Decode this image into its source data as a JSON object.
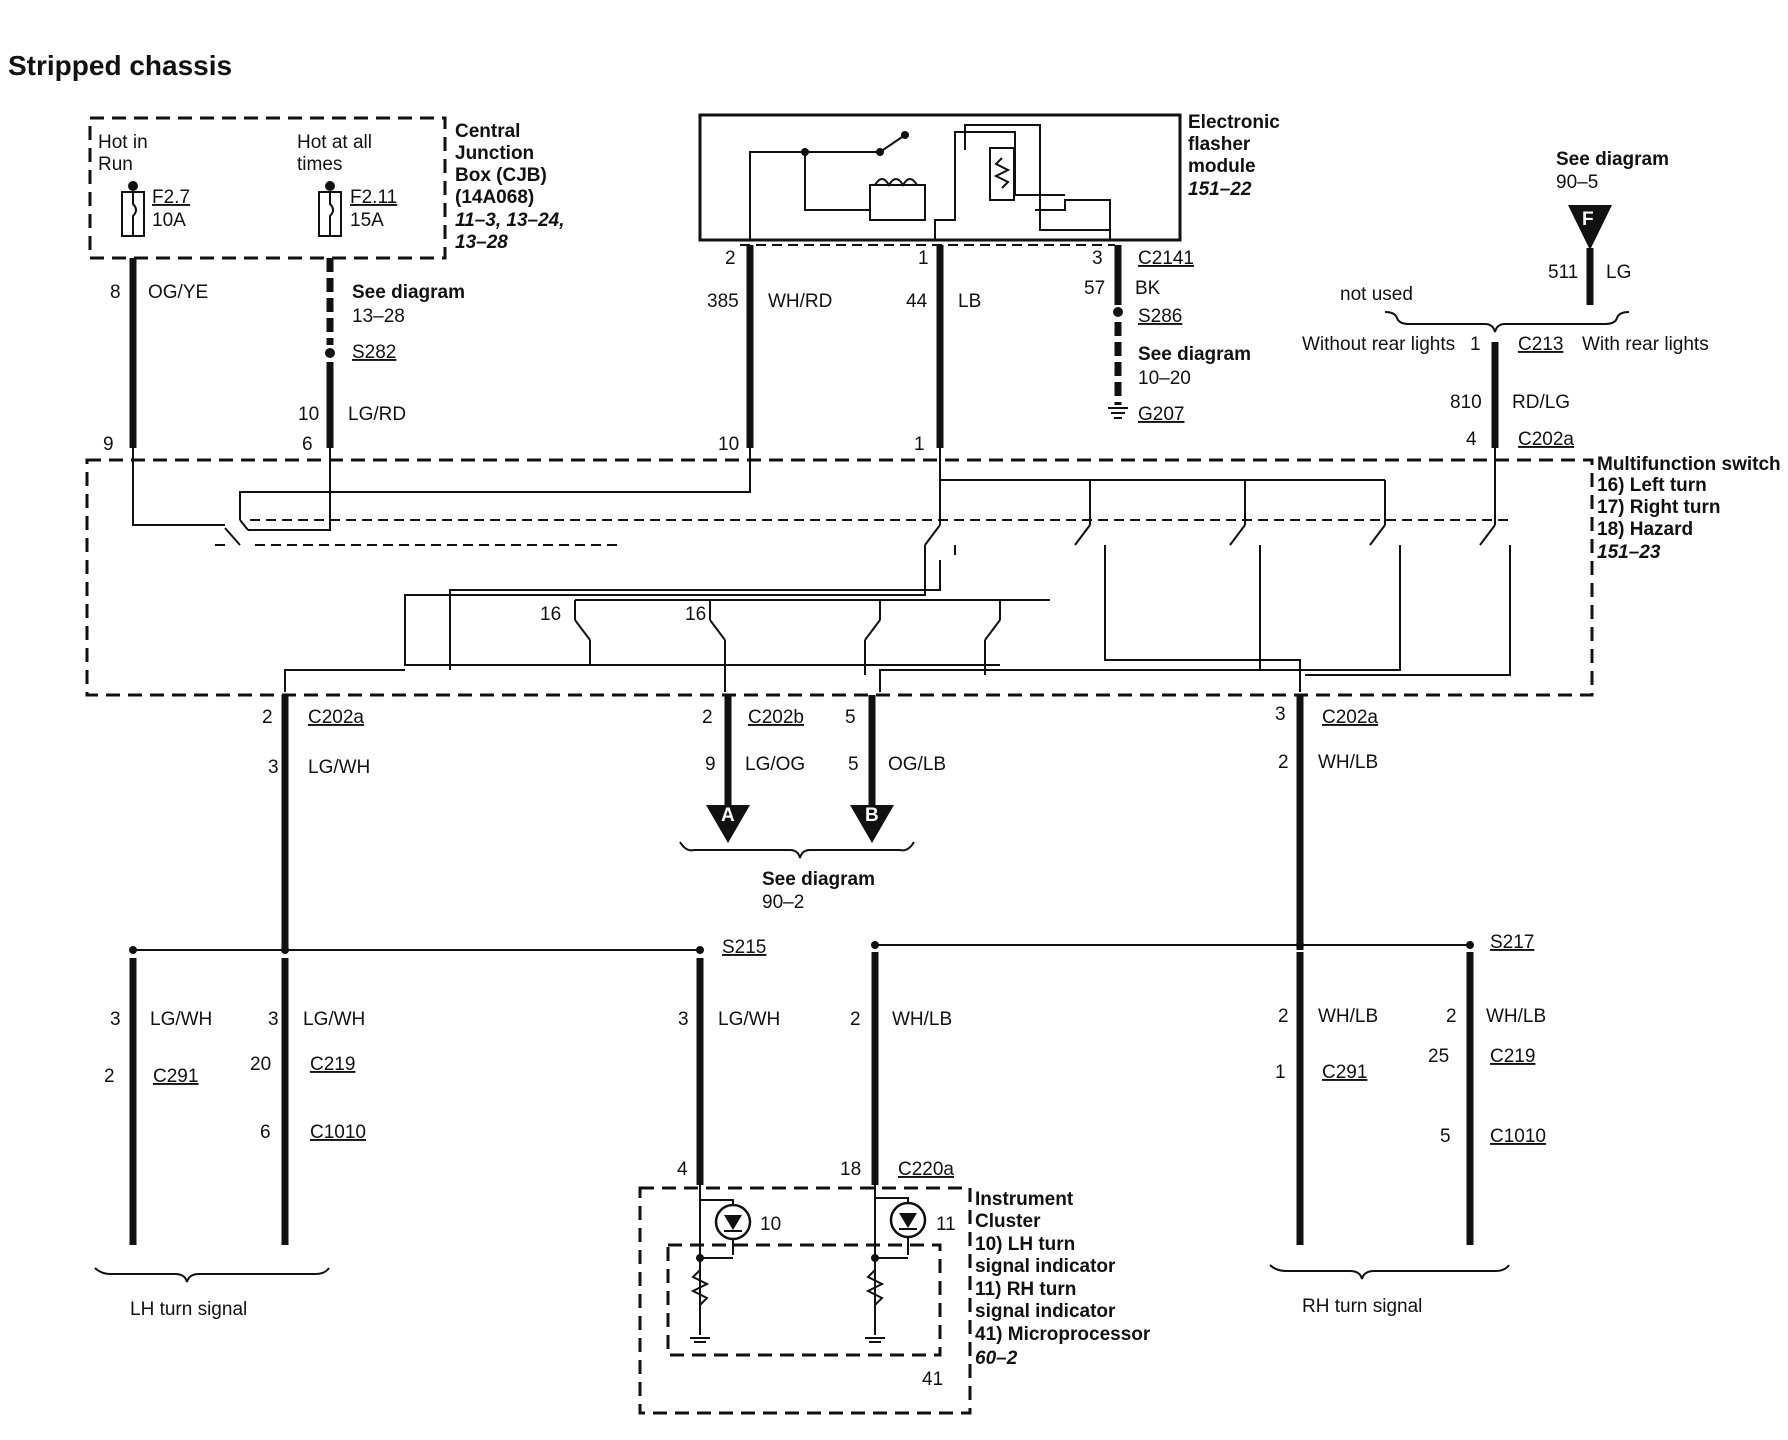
{
  "title": "Stripped chassis",
  "cjb": {
    "hot_in_run": [
      "Hot in",
      "Run"
    ],
    "hot_at_all_times": [
      "Hot at all",
      "times"
    ],
    "fuse_a": "F2.7",
    "fuse_a_rating": "10A",
    "fuse_b": "F2.11",
    "fuse_b_rating": "15A",
    "name": [
      "Central",
      "Junction",
      "Box (CJB)",
      "(14A068)"
    ],
    "refs": [
      "11–3, 13–24,",
      "13–28"
    ]
  },
  "flasher": {
    "name": [
      "Electronic",
      "flasher",
      "module"
    ],
    "ref": "151–22",
    "connector": "C2141"
  },
  "multifunction": {
    "name": "Multifunction switch",
    "items": [
      "16) Left turn",
      "17) Right turn",
      "18) Hazard"
    ],
    "ref": "151–23",
    "switch_label_a": "16",
    "switch_label_b": "16"
  },
  "wires": {
    "w1": {
      "num": "8",
      "color": "OG/YE"
    },
    "w2": {
      "num": "10",
      "color": "LG/RD"
    },
    "w3": {
      "num": "385",
      "color": "WH/RD"
    },
    "w4": {
      "num": "44",
      "color": "LB"
    },
    "w5": {
      "num": "57",
      "color": "BK"
    },
    "w6": {
      "num": "511",
      "color": "LG"
    },
    "w7": {
      "num": "810",
      "color": "RD/LG"
    },
    "w8": {
      "num": "3",
      "color": "LG/WH"
    },
    "w9": {
      "num": "9",
      "color": "LG/OG"
    },
    "w10": {
      "num": "5",
      "color": "OG/LB"
    },
    "w11": {
      "num": "2",
      "color": "WH/LB"
    }
  },
  "refs": {
    "see_13_28": [
      "See diagram",
      "13–28"
    ],
    "see_10_20": [
      "See diagram",
      "10–20"
    ],
    "see_90_5": [
      "See diagram",
      "90–5"
    ],
    "see_90_2": [
      "See diagram",
      "90–2"
    ]
  },
  "splices": {
    "s282": "S282",
    "s286": "S286",
    "g207": "G207",
    "s215": "S215",
    "s217": "S217"
  },
  "connectors": {
    "c213": "C213",
    "c202a": "C202a",
    "c202b": "C202b",
    "c291": "C291",
    "c219": "C219",
    "c1010": "C1010",
    "c220a": "C220a"
  },
  "c213_labels": {
    "not_used": "not used",
    "without": "Without rear lights",
    "with": "With rear lights"
  },
  "pins": {
    "p8": "8",
    "p9": "9",
    "p6": "6",
    "p10": "10",
    "p2": "2",
    "p1": "1",
    "p3": "3",
    "p4": "4",
    "p5": "5",
    "p20": "20",
    "p25": "25",
    "p18": "18",
    "p41": "41"
  },
  "offpage": {
    "A": "A",
    "B": "B",
    "F": "F"
  },
  "cluster": {
    "name": [
      "Instrument",
      "Cluster",
      "10) LH turn",
      "signal indicator",
      "11) RH turn",
      "signal indicator",
      "41) Microprocessor"
    ],
    "ref": "60–2",
    "lamp_a": "10",
    "lamp_b": "11"
  },
  "bottom": {
    "lh": "LH turn signal",
    "rh": "RH turn signal"
  }
}
